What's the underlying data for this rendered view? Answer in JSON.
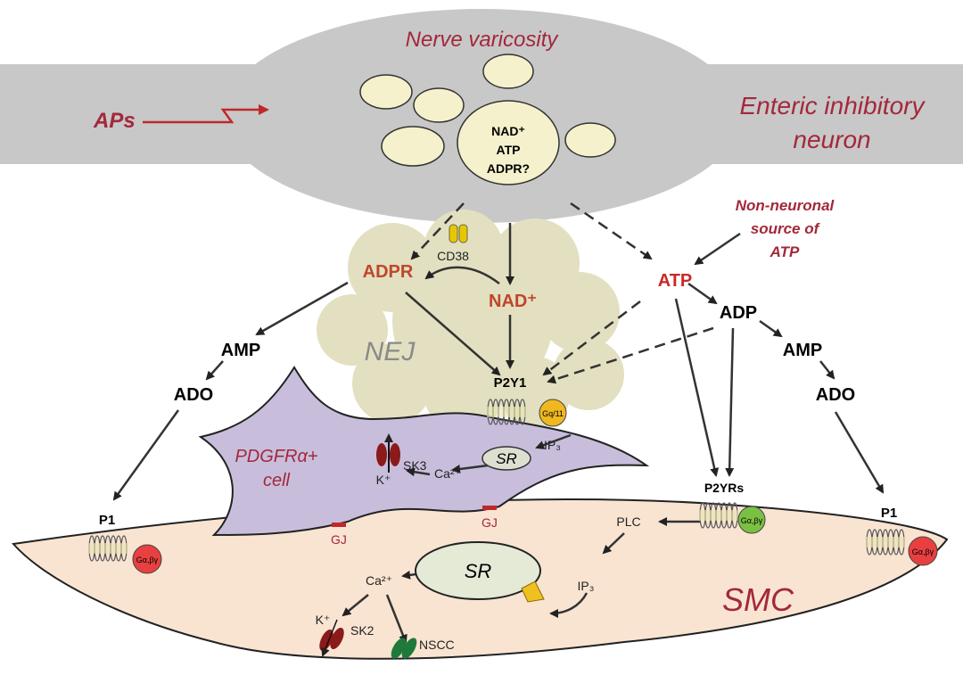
{
  "labels": {
    "nerve_varicosity": "Nerve varicosity",
    "aps": "APs",
    "enteric_line1": "Enteric inhibitory",
    "enteric_line2": "neuron",
    "vesicle_nad": "NAD⁺",
    "vesicle_atp": "ATP",
    "vesicle_adpr": "ADPR?",
    "non_neuronal_1": "Non-neuronal",
    "non_neuronal_2": "source of",
    "non_neuronal_3": "ATP",
    "cd38": "CD38",
    "adpr": "ADPR",
    "nad": "NAD⁺",
    "atp": "ATP",
    "adp": "ADP",
    "amp_left": "AMP",
    "ado_left": "ADO",
    "amp_right": "AMP",
    "ado_right": "ADO",
    "nej": "NEJ",
    "p2y1": "P2Y1",
    "gq11": "Gq/11",
    "pdgfr_1": "PDGFRα+",
    "pdgfr_2": "cell",
    "sk3": "SK3",
    "k_top": "K⁺",
    "ca_top": "Ca²⁺",
    "sr_top": "SR",
    "ip3_top": "IP₃",
    "p2yrs": "P2YRs",
    "galpha_mid": "Gα,βγ",
    "p1_left": "P1",
    "galpha_left": "Gα,βγ",
    "p1_right": "P1",
    "galpha_right": "Gα,βγ",
    "gj_left": "GJ",
    "gj_mid": "GJ",
    "plc": "PLC",
    "sr_smc": "SR",
    "ca_smc": "Ca²⁺",
    "ip3_smc": "IP₃",
    "smc": "SMC",
    "k_smc": "K⁺",
    "sk2": "SK2",
    "nscc": "NSCC"
  },
  "colors": {
    "neuron": "#c8c8c8",
    "vesicle": "#f4f1cc",
    "nej": "#e2e0c0",
    "pdgfr_cell": "#c8bedc",
    "smc": "#f9e4d2",
    "label_red": "#a3283b",
    "gq": "#f0b820",
    "g_green": "#7ac143",
    "g_red": "#e84040",
    "sk_channel": "#8b1a1a",
    "nscc_channel": "#1f7a3a"
  }
}
